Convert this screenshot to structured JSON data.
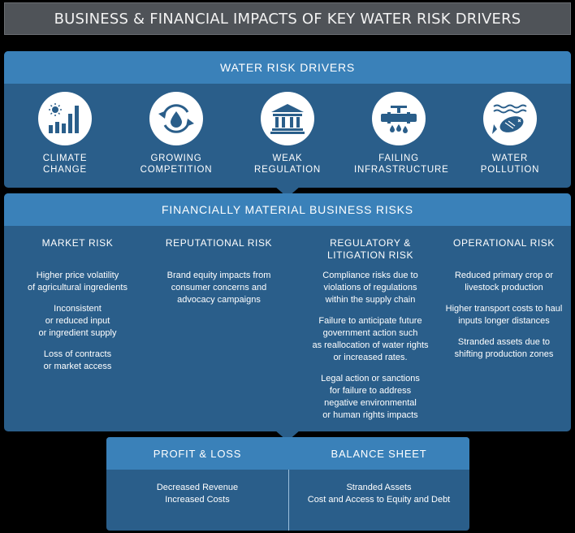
{
  "title": "BUSINESS & FINANCIAL IMPACTS OF KEY WATER RISK DRIVERS",
  "drivers": {
    "heading": "WATER RISK DRIVERS",
    "items": [
      {
        "label": "CLIMATE\nCHANGE",
        "icon": "climate-chart-icon"
      },
      {
        "label": "GROWING\nCOMPETITION",
        "icon": "competition-water-drop-icon"
      },
      {
        "label": "WEAK\nREGULATION",
        "icon": "government-building-icon"
      },
      {
        "label": "FAILING\nINFRASTRUCTURE",
        "icon": "leaking-pipe-icon"
      },
      {
        "label": "WATER\nPOLLUTION",
        "icon": "dead-fish-icon"
      }
    ]
  },
  "risks": {
    "heading": "FINANCIALLY MATERIAL BUSINESS RISKS",
    "columns": [
      {
        "heading": "MARKET RISK",
        "items": [
          "Higher price volatility\nof agricultural ingredients",
          "Inconsistent\nor reduced input\nor ingredient supply",
          "Loss of contracts\nor market access"
        ]
      },
      {
        "heading": "REPUTATIONAL RISK",
        "items": [
          "Brand equity impacts from\nconsumer concerns and\nadvocacy campaigns"
        ]
      },
      {
        "heading": "REGULATORY &\nLITIGATION RISK",
        "items": [
          "Compliance risks due to\nviolations of regulations\nwithin the supply chain",
          "Failure to anticipate future\ngovernment action such\nas reallocation of water rights\nor increased rates.",
          "Legal action or sanctions\nfor failure to address\nnegative environmental\nor human rights impacts"
        ]
      },
      {
        "heading": "OPERATIONAL RISK",
        "items": [
          "Reduced primary crop or\nlivestock production",
          "Higher transport costs to haul\ninputs longer distances",
          "Stranded assets due to\nshifting production zones"
        ]
      }
    ]
  },
  "financials": {
    "profit_loss": {
      "heading": "PROFIT & LOSS",
      "body": "Decreased Revenue\nIncreased Costs"
    },
    "balance_sheet": {
      "heading": "BALANCE SHEET",
      "body": "Stranded Assets\nCost and Access to Equity and Debt"
    }
  },
  "colors": {
    "panel": "#2a5e8a",
    "header": "#3a81b9",
    "title_bar": "#4f5358",
    "background": "#000000"
  }
}
